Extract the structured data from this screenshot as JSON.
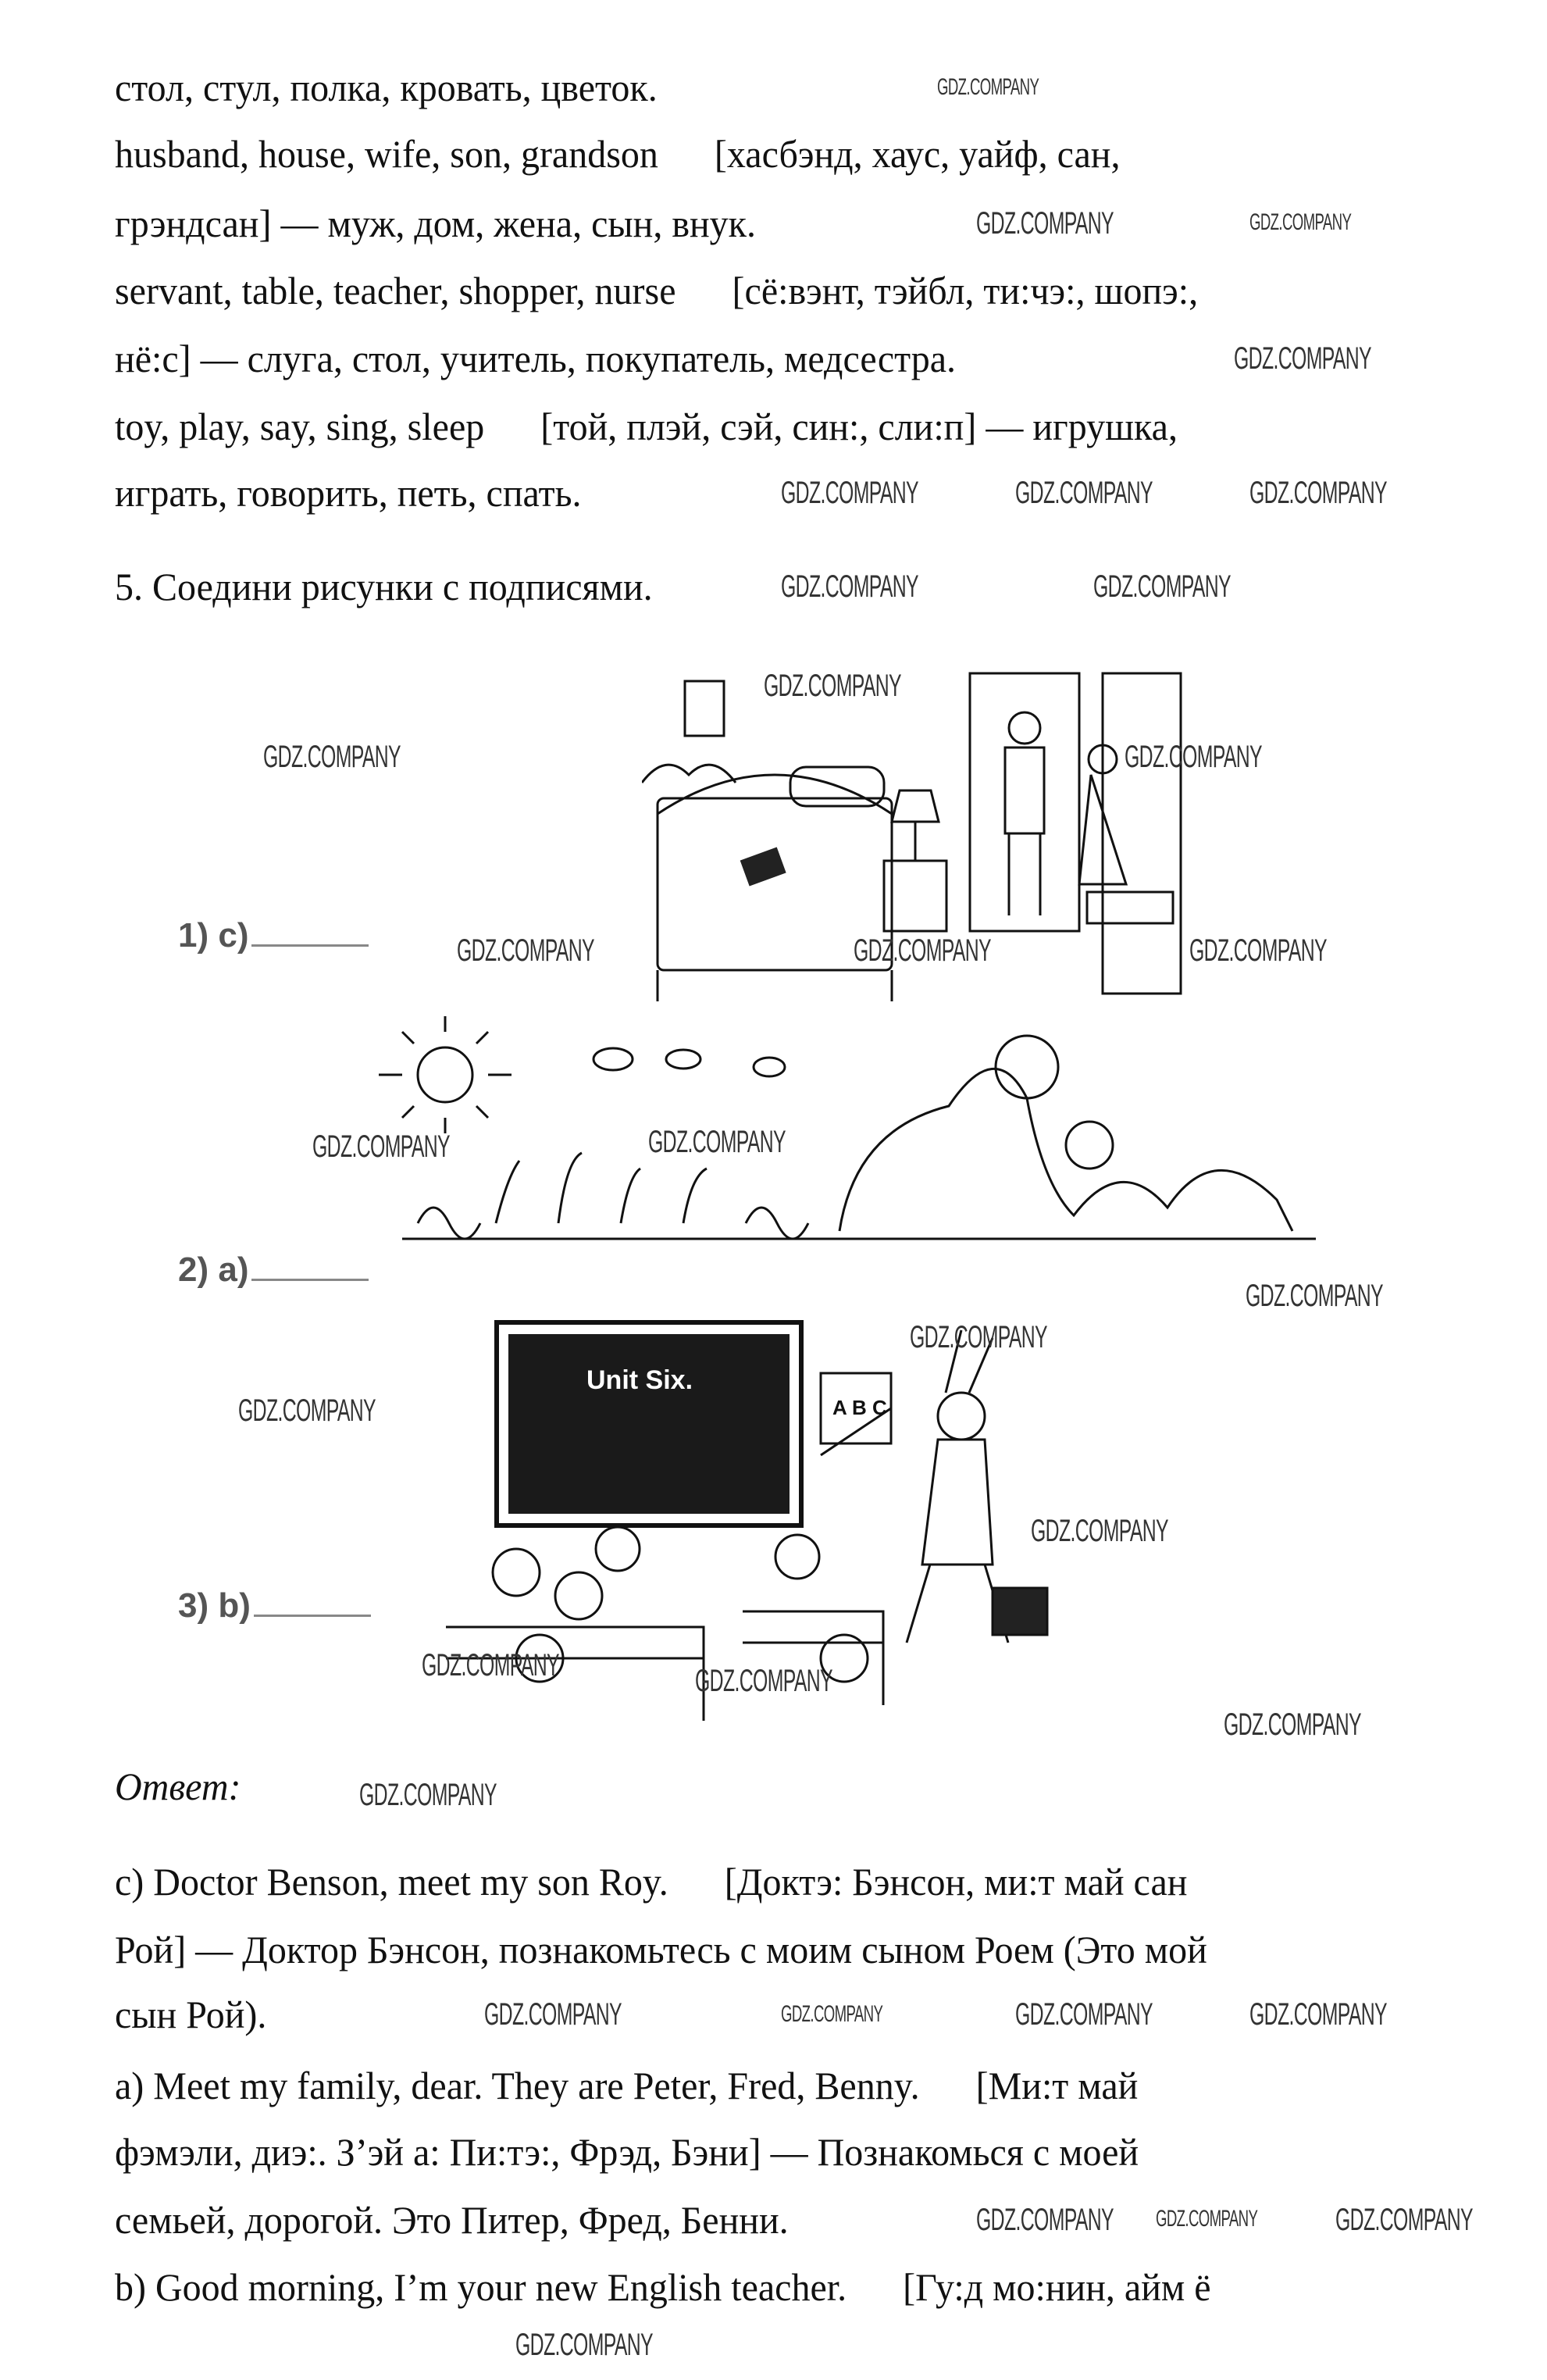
{
  "lines": [
    "стол, стул, полка, кровать, цветок.",
    "husband, house, wife, son, grandson      [хасбэнд, хаус, уайф, сан,",
    "грэндсан] — муж, дом, жена, сын, внук.",
    "servant, table, teacher, shopper, nurse      [сё:вэнт, тэйбл, ти:чэ:, шопэ:,",
    "нё:с] — слуга, стол, учитель, покупатель, медсестра.",
    "toy, play, say, sing, sleep      [той, плэй, сэй, син:, сли:п] — игрушка,",
    "играть, говорить, петь, спать."
  ],
  "task": "5. Соедини рисунки с подписями.",
  "pictures": [
    {
      "label": "1) c)"
    },
    {
      "label": "2) a)"
    },
    {
      "label": "3) b)",
      "blackboard": "Unit Six.",
      "sign": "A B C"
    }
  ],
  "answer_heading": "Ответ:",
  "answer_lines": [
    "c) Doctor Benson, meet my son Roy.      [Доктэ: Бэнсон, ми:т май сан",
    "Рой] — Доктор Бэнсон, познакомьтесь с моим сыном Роем (Это мой",
    "сын Рой).",
    "a) Meet my family, dear. They are Peter, Fred, Benny.      [Ми:т май",
    "фэмэли, диэ:. З’эй а: Пи:тэ:, Фрэд, Бэни] — Познакомься с моей",
    "семьей, дорогой. Это Питер, Фред, Бенни.",
    "b) Good morning, I’m your new English teacher.      [Гу:д мо:нин, айм ё"
  ],
  "watermark": "GDZ.COMPANY"
}
